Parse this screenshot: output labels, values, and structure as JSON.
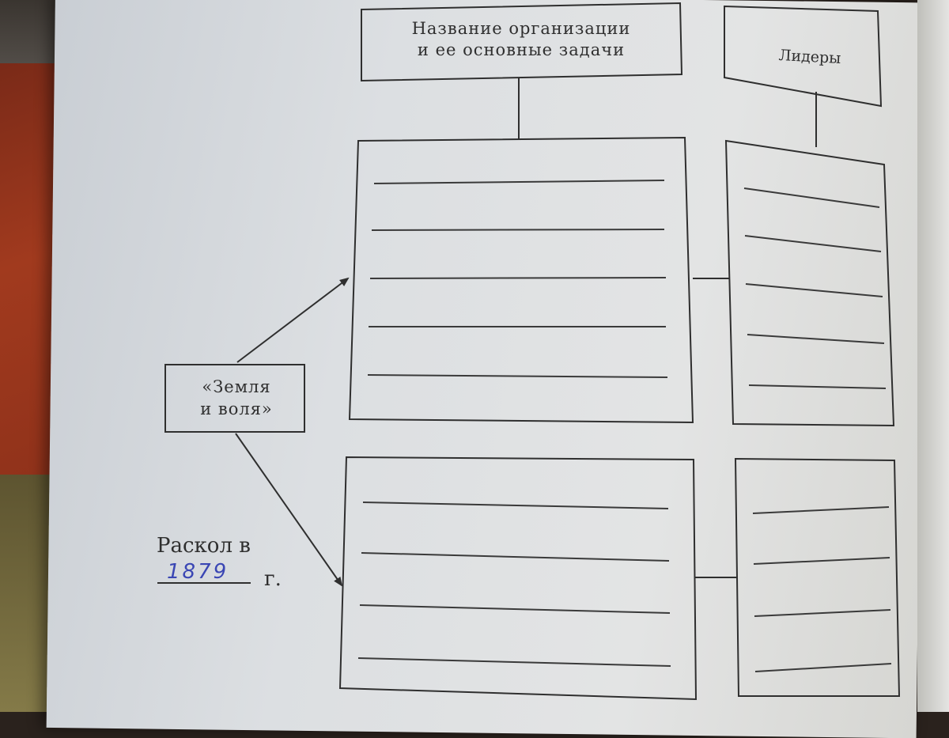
{
  "header_org": {
    "line1": "Название организации",
    "line2": "и ее основные задачи"
  },
  "header_leaders": "Лидеры",
  "source_box": {
    "line1": "«Земля",
    "line2": "и воля»"
  },
  "split": {
    "label": "Раскол в",
    "year": "1879",
    "suffix": "г."
  },
  "colors": {
    "ink": "#2f2f2f",
    "handwriting": "#3a46b4"
  }
}
